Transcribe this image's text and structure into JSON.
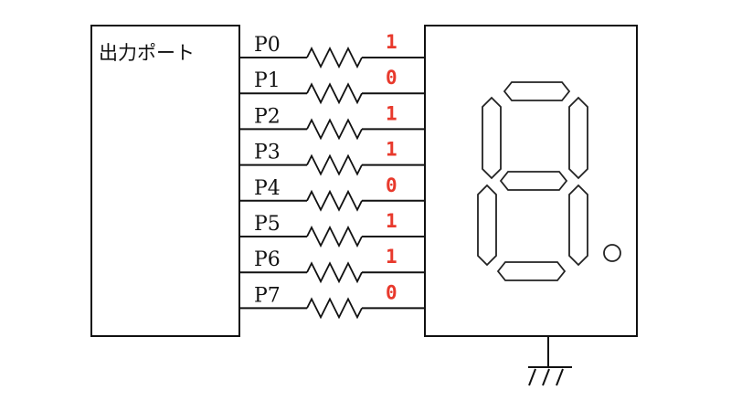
{
  "port_block": {
    "label": "出力ポート"
  },
  "rows": [
    {
      "pin": "P0",
      "value": "1",
      "segment": "a"
    },
    {
      "pin": "P1",
      "value": "0",
      "segment": "b"
    },
    {
      "pin": "P2",
      "value": "1",
      "segment": "c"
    },
    {
      "pin": "P3",
      "value": "1",
      "segment": "d"
    },
    {
      "pin": "P4",
      "value": "0",
      "segment": "e"
    },
    {
      "pin": "P5",
      "value": "1",
      "segment": "f"
    },
    {
      "pin": "P6",
      "value": "1",
      "segment": "g"
    },
    {
      "pin": "P7",
      "value": "0",
      "segment": "Dt"
    }
  ],
  "colors": {
    "bit_value": "#e8392c",
    "line": "#111111"
  }
}
